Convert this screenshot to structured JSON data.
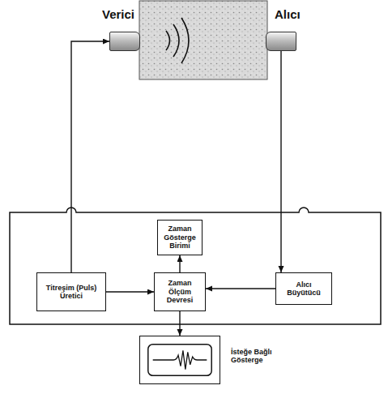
{
  "diagram": {
    "nodes": [
      {
        "text": [
          "Verici"
        ]
      },
      {
        "text": [
          "Alıcı"
        ]
      },
      {
        "text": [
          "Zaman Gösterge Birimi"
        ]
      },
      {
        "text": [
          "Titreşim (Puls) Üretici"
        ]
      },
      {
        "text": [
          "Zaman Ölçüm Devresi"
        ]
      },
      {
        "text": [
          "Alıcı Büyütücü"
        ]
      },
      {
        "text": [
          "İsteğe Bağlı Gösterge"
        ]
      }
    ],
    "edges": [
      {
        "from": 3,
        "to": 0,
        "arrow": "to"
      },
      {
        "from": 1,
        "to": 5,
        "arrow": "to"
      },
      {
        "from": 3,
        "to": 4,
        "arrow": "to"
      },
      {
        "from": 5,
        "to": 4,
        "arrow": "to"
      },
      {
        "from": 4,
        "to": 2,
        "arrow": "to"
      },
      {
        "from": 4,
        "to": 6,
        "arrow": "to"
      }
    ]
  }
}
